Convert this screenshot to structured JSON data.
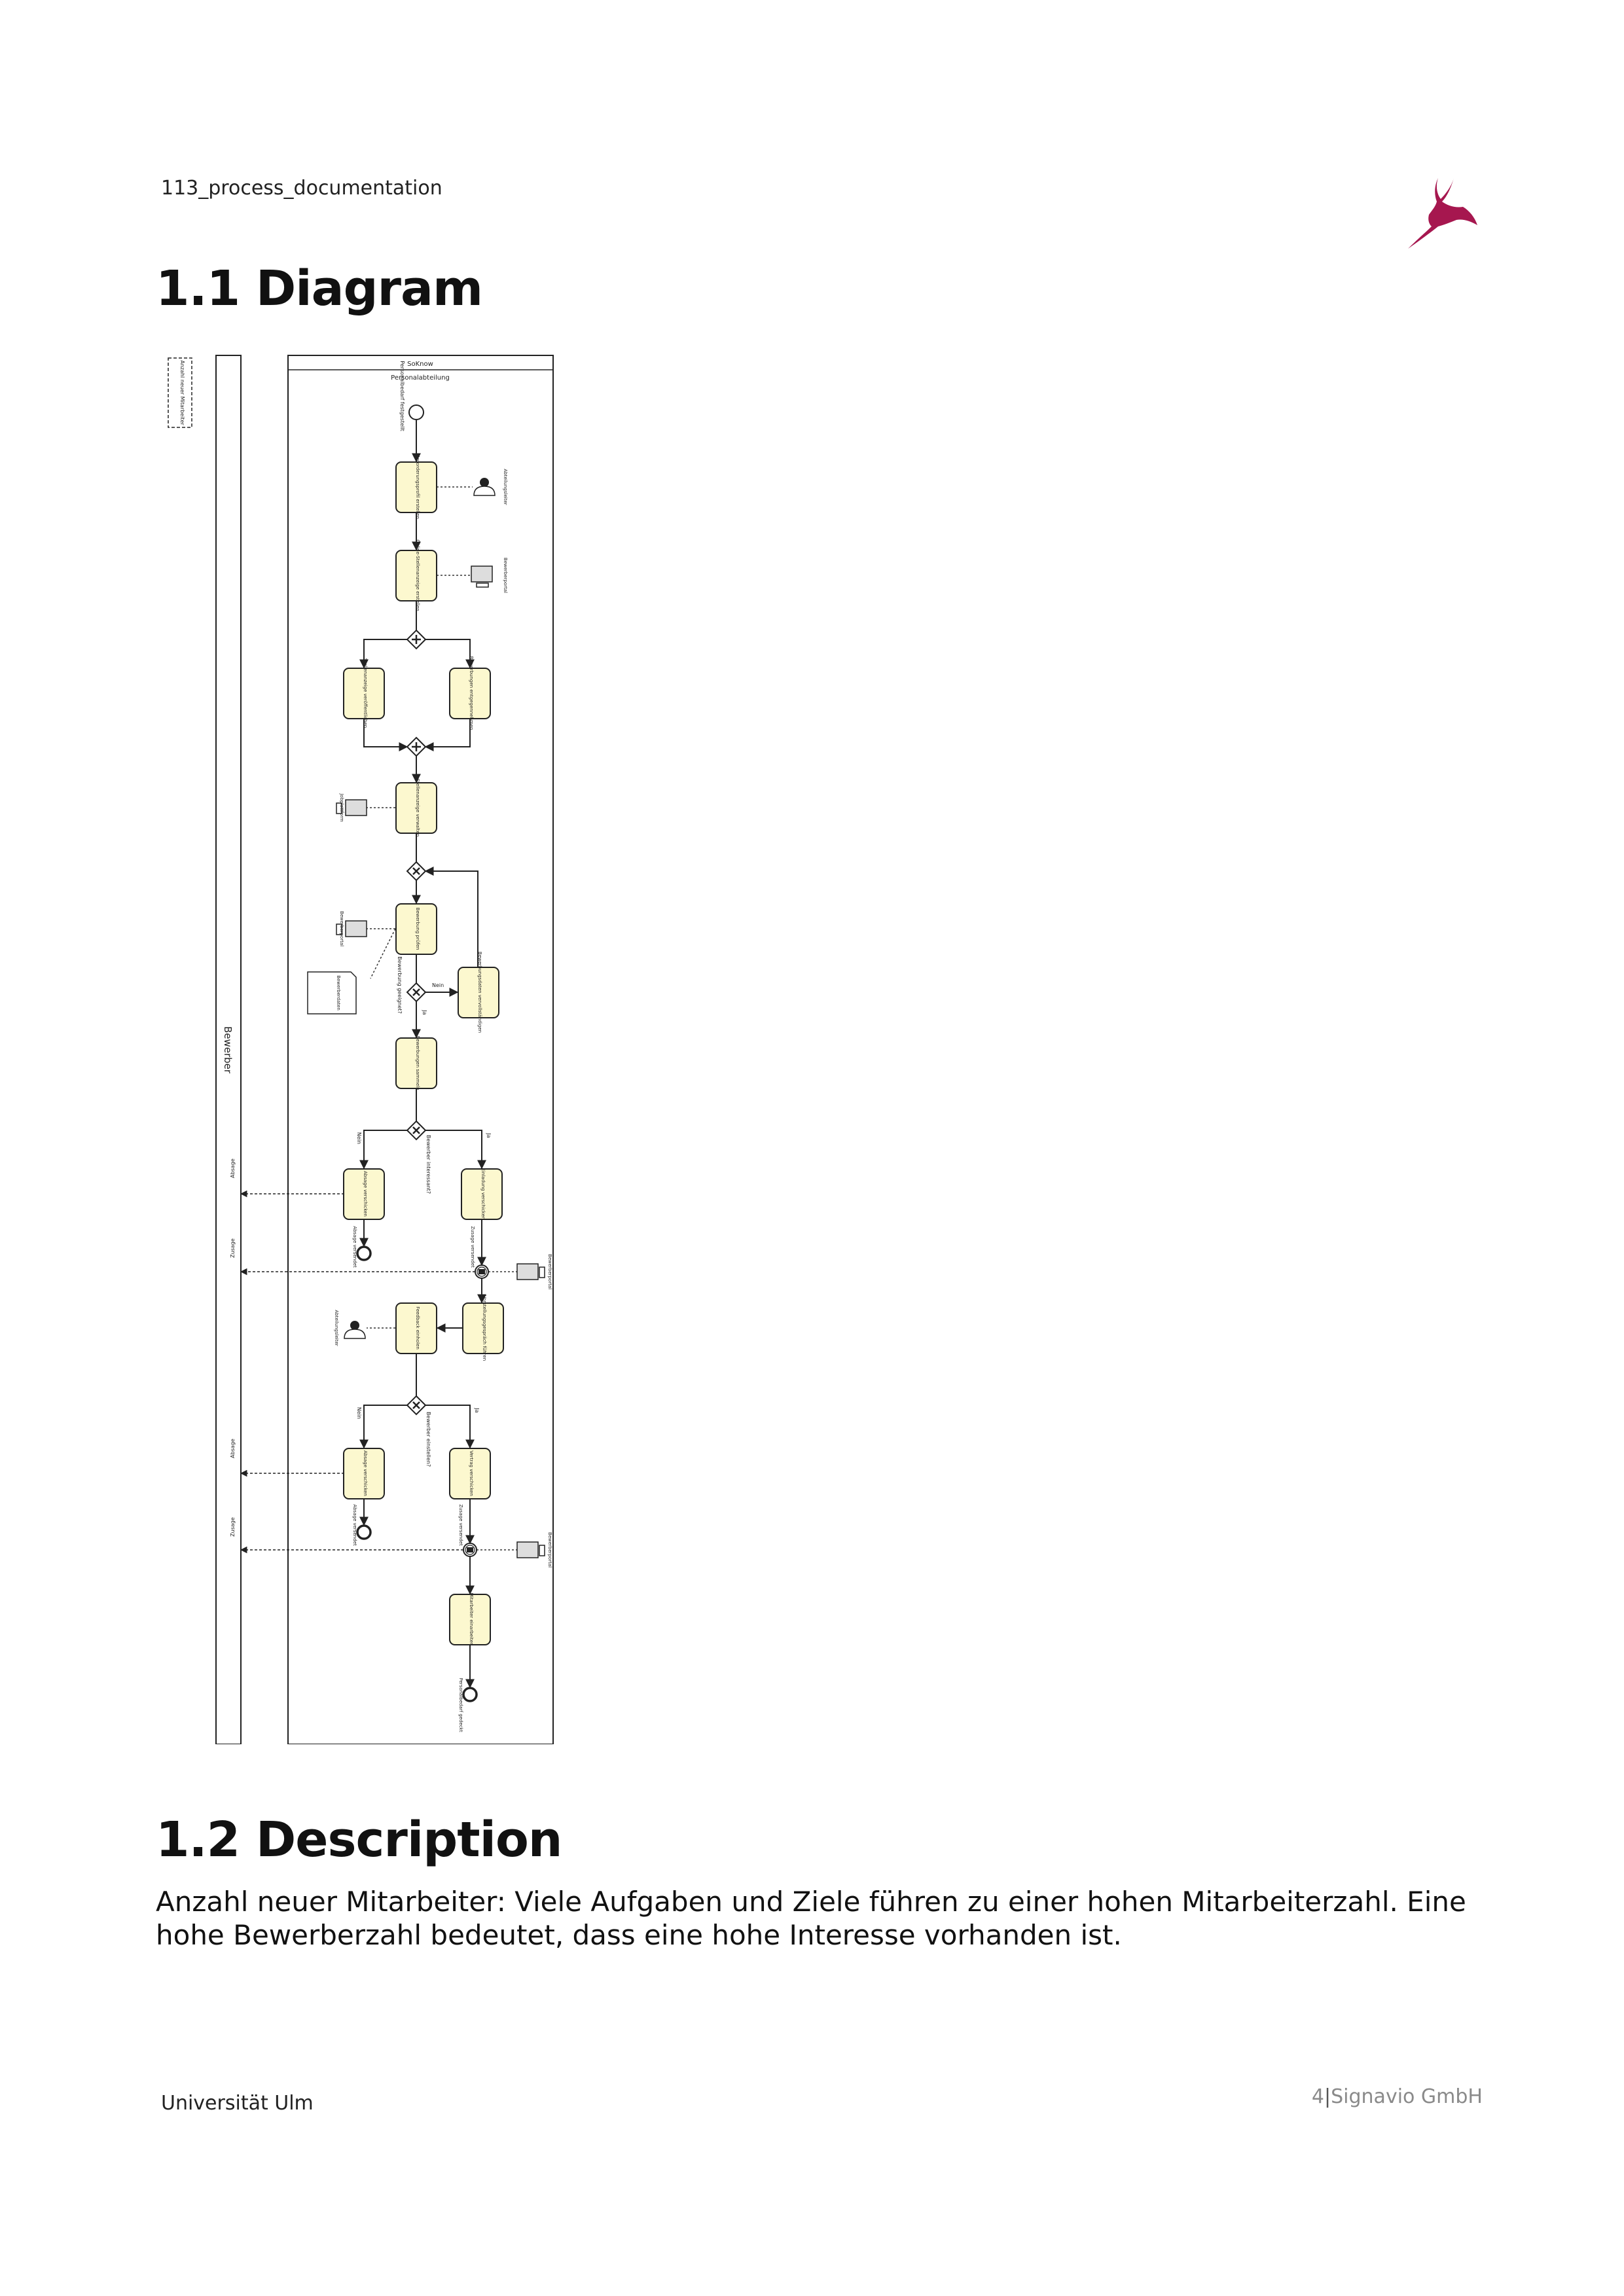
{
  "header": {
    "doc_name": "113_process_documentation"
  },
  "sections": {
    "diagram_title": "1.1 Diagram",
    "description_title": "1.2 Description",
    "description_text": "Anzahl neuer Mitarbeiter: Viele Aufgaben und Ziele führen zu einer hohen Mitarbeiterzahl. Eine hohe Bewerberzahl bedeutet, dass eine hohe Interesse vorhanden ist."
  },
  "diagram": {
    "annotation": "Anzahl neuer Mitarbeiter",
    "pool_bewerber": "Bewerber",
    "pool_main": "SoKnow",
    "lane": "Personalabteilung",
    "start_event": "Personalbedarf festgestellt",
    "tasks": {
      "t1": "Anforderungsprofil erstellen",
      "t2": "Online-Stellenanzeige erstellen",
      "t3": "Stellenanzeige veröffentlichen",
      "t4": "Bewerbungen entgegennehmen",
      "t5": "Stellenanzeige verwalten",
      "t6": "Bewerbung prüfen",
      "t7": "Bewerbungsdaten vervollständigen",
      "t8": "Bewerbungen sammeln",
      "t9": "Absage verschicken",
      "t10": "Einladung verschicken",
      "t11": "Feedback einholen",
      "t12": "Vorstellungsgespräch führen",
      "t13": "Absage verschicken",
      "t14": "Vertrag verschicken",
      "t15": "Mitarbeiter einarbeiten"
    },
    "resources": {
      "r1": "Abteilungsleiter",
      "r2": "Bewerberportal",
      "r3": "Jobplattform",
      "r4": "Bewerberportal",
      "r5": "Bewerberdaten",
      "r6": "Bewerberportal",
      "r7": "Abteilungsleiter",
      "r8": "Bewerberportal"
    },
    "gateways": {
      "g1": "Bewerbung geeignet?",
      "g1_no": "Nein",
      "g1_yes": "Ja",
      "g2": "Bewerber interessant?",
      "g2_no": "Nein",
      "g2_yes": "Ja",
      "g3": "Bewerber einstellen?",
      "g3_no": "Nein",
      "g3_yes": "Ja"
    },
    "messages": {
      "m1": "Absage",
      "m2": "Zusage",
      "m3": "Absage",
      "m4": "Zusage"
    },
    "events": {
      "e1": "Absage versendet",
      "e2": "Zusage versendet",
      "e3": "Absage versendet",
      "e4": "Zusage versendet",
      "e5": "Personalbedarf gedeckt"
    },
    "colors": {
      "task_fill": "#fcf8cf",
      "stroke": "#222222"
    }
  },
  "footer": {
    "left": "Universität Ulm",
    "page_number": "4",
    "separator": "|",
    "company": "Signavio GmbH"
  },
  "brand": {
    "logo_color": "#a6174f"
  }
}
